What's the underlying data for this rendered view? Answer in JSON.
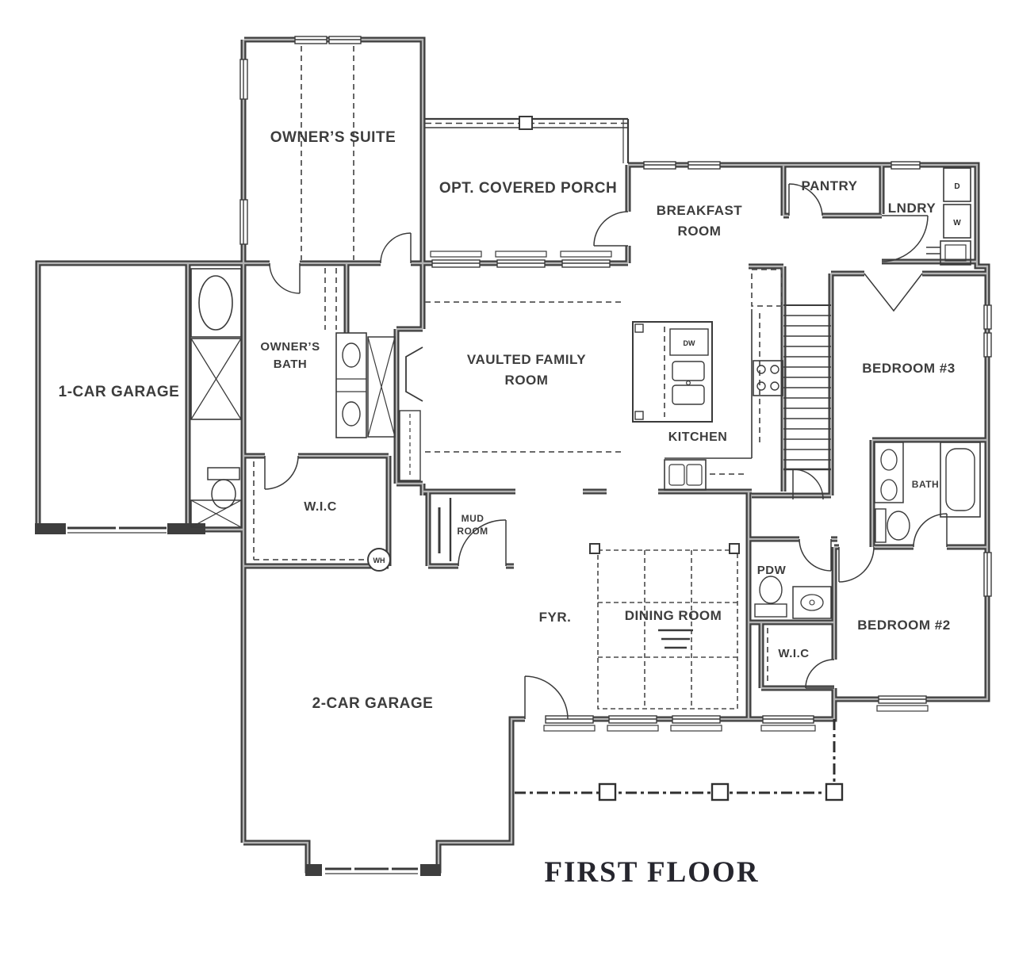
{
  "title": "FIRST FLOOR",
  "labels": {
    "owners_suite": "OWNER’S SUITE",
    "opt_covered_porch": "OPT. COVERED PORCH",
    "breakfast_line1": "BREAKFAST",
    "breakfast_line2": "ROOM",
    "pantry": "PANTRY",
    "laundry": "LNDRY",
    "bedroom3": "BEDROOM #3",
    "bath": "BATH",
    "owners_bath_line1": "OWNER’S",
    "owners_bath_line2": "BATH",
    "garage_1car": "1-CAR GARAGE",
    "family_line1": "VAULTED FAMILY",
    "family_line2": "ROOM",
    "kitchen": "KITCHEN",
    "wic_owner": "W.I.C",
    "mud_line1": "MUD",
    "mud_line2": "ROOM",
    "foyer": "FYR.",
    "dining_room": "DINING ROOM",
    "powder_room": "PDW",
    "wic_bedroom2": "W.I.C",
    "bedroom2": "BEDROOM #2",
    "garage_2car": "2-CAR GARAGE"
  },
  "appliances": {
    "dishwasher": "DW",
    "dryer": "D",
    "washer": "W",
    "water_heater": "WH"
  },
  "colors": {
    "wall_line": "#3e3e3e",
    "wall_core": "#b3b3b3",
    "label_text": "#3d3d3d",
    "title_text": "#26262e",
    "background": "#ffffff"
  }
}
